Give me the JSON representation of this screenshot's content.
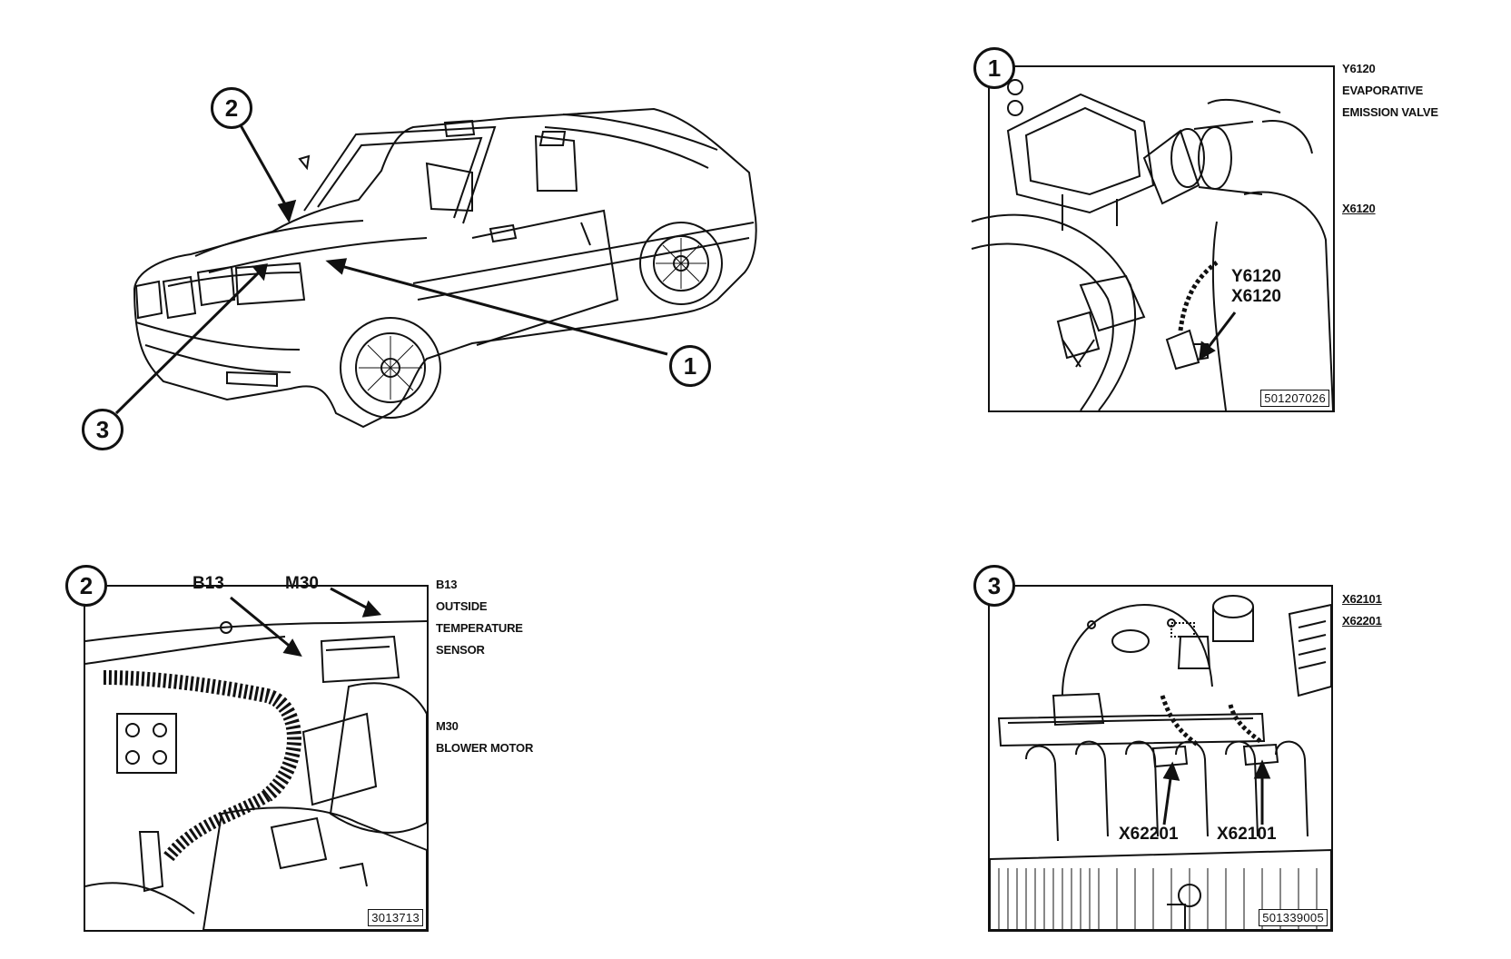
{
  "overview": {
    "callouts": [
      "1",
      "2",
      "3"
    ]
  },
  "panel1": {
    "callout": "1",
    "figure_id": "501207026",
    "inner_labels": [
      "Y6120",
      "X6120"
    ],
    "side_labels": {
      "component_code": "Y6120",
      "component_name_lines": [
        "EVAPORATIVE",
        "EMISSION VALVE"
      ],
      "connector_code": "X6120"
    }
  },
  "panel2": {
    "callout": "2",
    "figure_id": "3013713",
    "inner_labels": [
      "B13",
      "M30"
    ],
    "side_labels": {
      "sensor_code": "B13",
      "sensor_name_lines": [
        "OUTSIDE",
        "TEMPERATURE",
        "SENSOR"
      ],
      "motor_code": "M30",
      "motor_name": "BLOWER MOTOR"
    }
  },
  "panel3": {
    "callout": "3",
    "figure_id": "501339005",
    "inner_labels": [
      "X62201",
      "X62101"
    ],
    "side_labels": [
      "X62101",
      "X62201"
    ]
  }
}
